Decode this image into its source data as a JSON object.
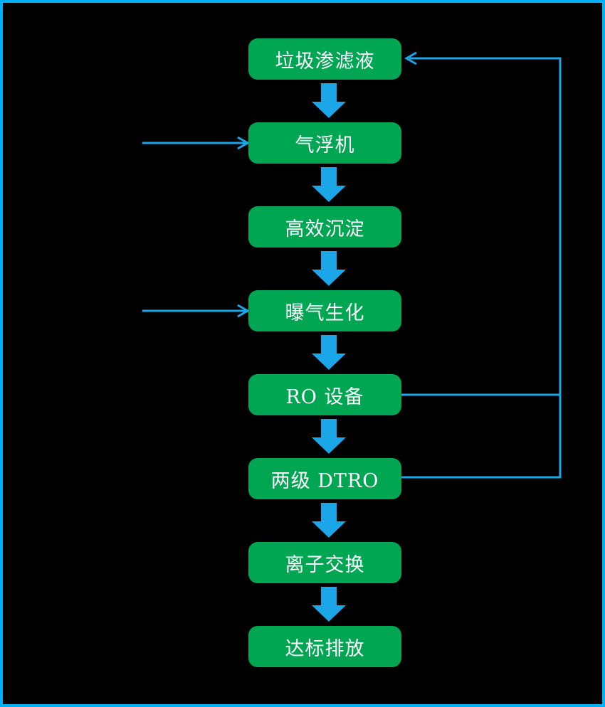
{
  "diagram": {
    "type": "flowchart",
    "direction": "top-to-bottom",
    "nodes": [
      {
        "id": "landfill-leachate",
        "label": "垃圾渗滤液"
      },
      {
        "id": "air-flotation",
        "label": "气浮机"
      },
      {
        "id": "high-efficiency-sedimentation",
        "label": "高效沉淀"
      },
      {
        "id": "aeration-biochemical",
        "label": "曝气生化"
      },
      {
        "id": "ro-equipment",
        "label": "RO 设备"
      },
      {
        "id": "two-stage-dtro",
        "label": "两级 DTRO"
      },
      {
        "id": "ion-exchange",
        "label": "离子交换"
      },
      {
        "id": "discharge-to-standard",
        "label": "达标排放"
      }
    ],
    "edges": [
      {
        "from": "landfill-leachate",
        "to": "air-flotation",
        "style": "thick-block-arrow"
      },
      {
        "from": "air-flotation",
        "to": "high-efficiency-sedimentation",
        "style": "thick-block-arrow"
      },
      {
        "from": "high-efficiency-sedimentation",
        "to": "aeration-biochemical",
        "style": "thick-block-arrow"
      },
      {
        "from": "aeration-biochemical",
        "to": "ro-equipment",
        "style": "thick-block-arrow"
      },
      {
        "from": "ro-equipment",
        "to": "two-stage-dtro",
        "style": "thick-block-arrow"
      },
      {
        "from": "two-stage-dtro",
        "to": "ion-exchange",
        "style": "thick-block-arrow"
      },
      {
        "from": "ion-exchange",
        "to": "discharge-to-standard",
        "style": "thick-block-arrow"
      },
      {
        "from": "external-left",
        "to": "air-flotation",
        "style": "thin-arrow"
      },
      {
        "from": "external-left",
        "to": "aeration-biochemical",
        "style": "thin-arrow"
      },
      {
        "from": "ro-equipment",
        "to": "landfill-leachate",
        "style": "thin-recycle-line"
      },
      {
        "from": "two-stage-dtro",
        "to": "landfill-leachate",
        "style": "thin-recycle-line"
      }
    ],
    "colors": {
      "background": "#000000",
      "frame_border": "#00B0F4",
      "node_fill": "#00A651",
      "node_text": "#FFFFFF",
      "arrow": "#1BA6E8"
    }
  }
}
